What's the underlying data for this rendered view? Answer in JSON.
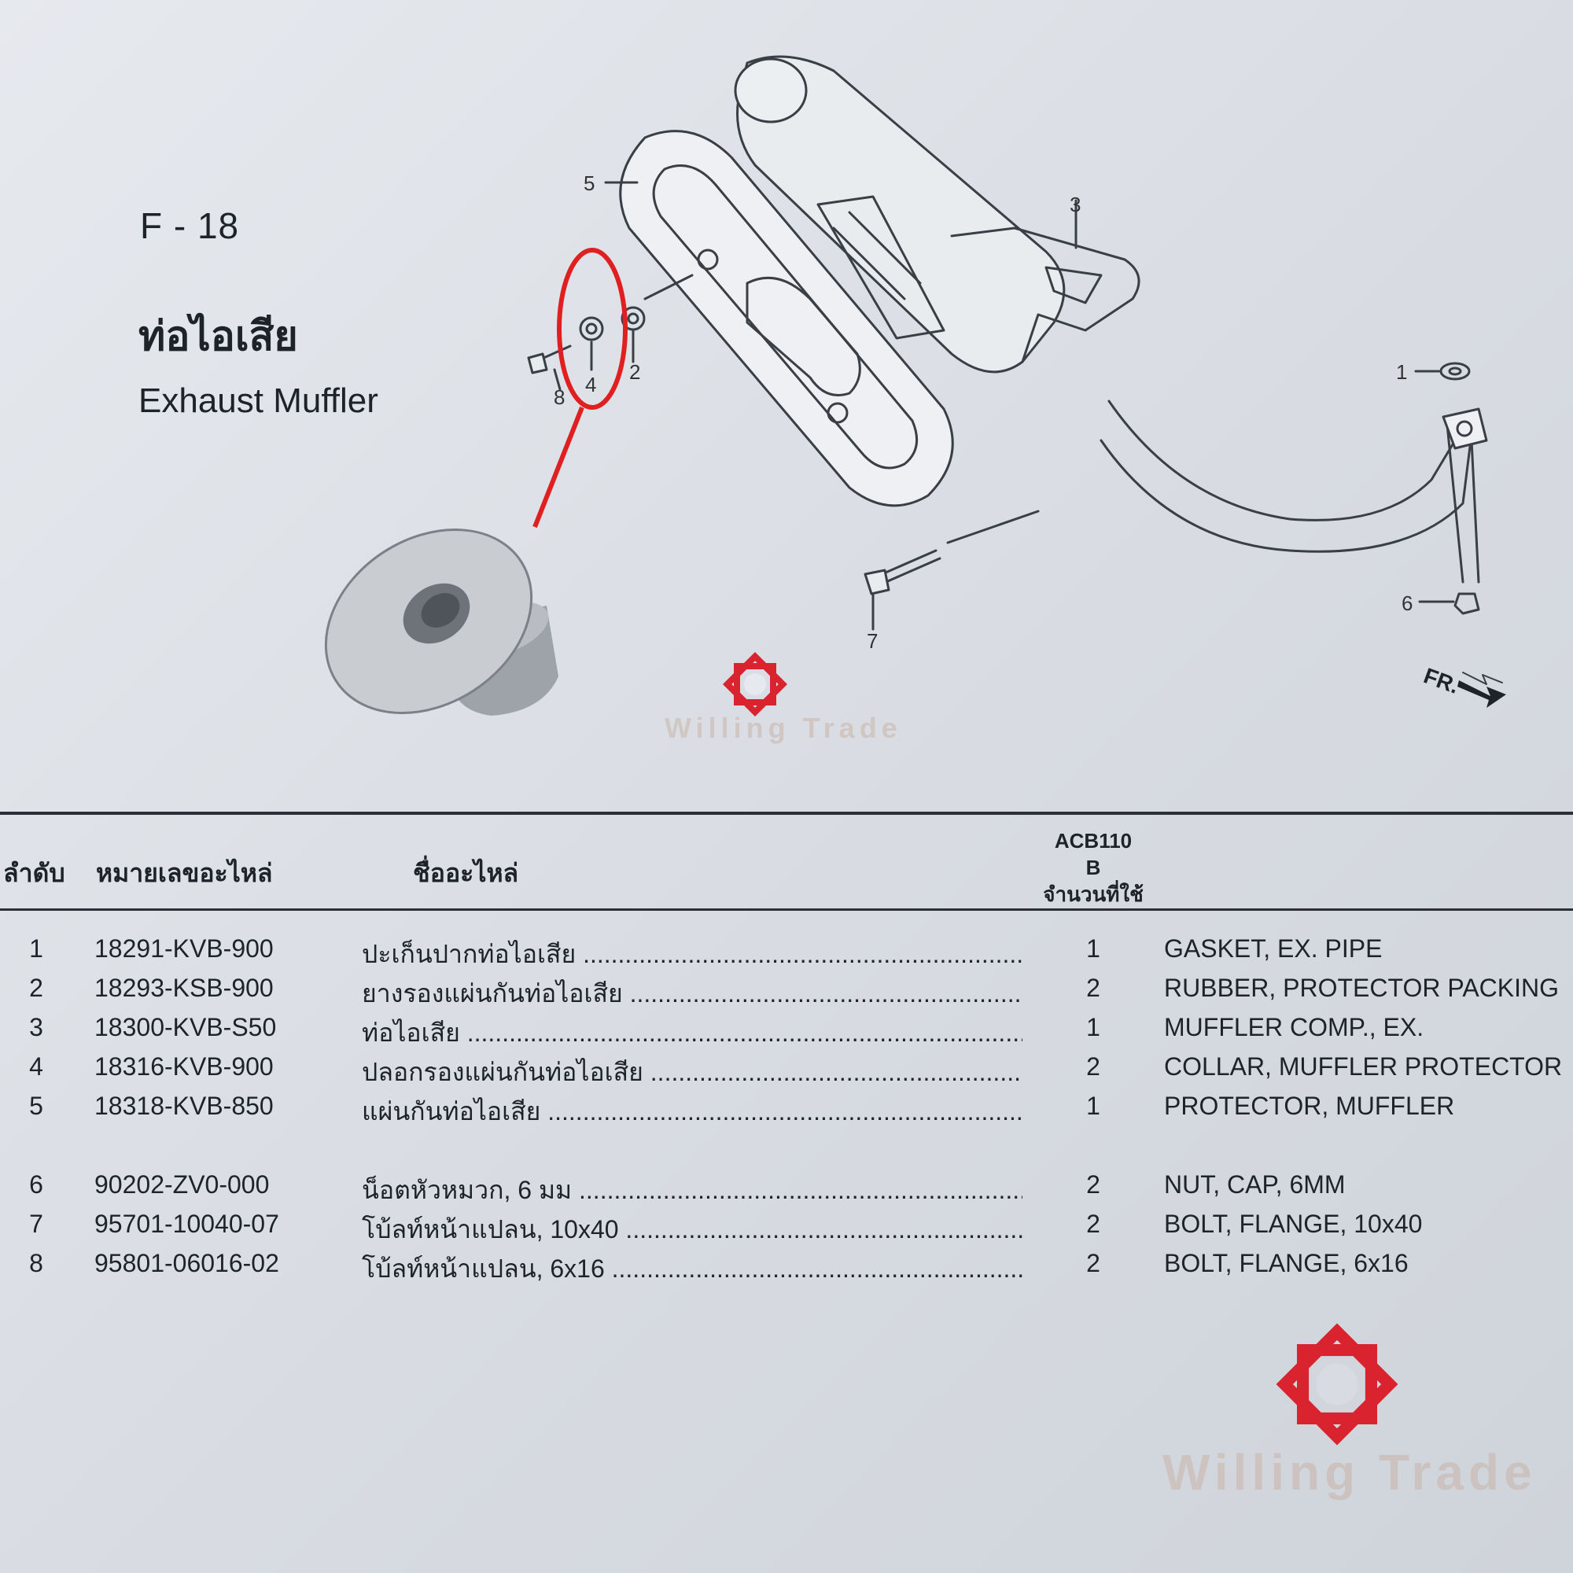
{
  "header": {
    "code": "F - 18",
    "title_th": "ท่อไอเสีย",
    "title_en": "Exhaust Muffler"
  },
  "diagram": {
    "callouts": [
      "1",
      "2",
      "3",
      "4",
      "5",
      "6",
      "7",
      "8"
    ],
    "direction_label": "FR."
  },
  "table": {
    "headers": {
      "no": "ลำดับ",
      "part_no": "หมายเลขอะไหล่",
      "name": "ชื่ออะไหล่",
      "model": "ACB110",
      "type": "B",
      "qty": "จำนวนที่ใช้"
    },
    "rows": [
      {
        "no": "1",
        "part": "18291-KVB-900",
        "th": "ปะเก็นปากท่อไอเสีย",
        "qty": "1",
        "en": "GASKET, EX. PIPE"
      },
      {
        "no": "2",
        "part": "18293-KSB-900",
        "th": "ยางรองแผ่นกันท่อไอเสีย",
        "qty": "2",
        "en": "RUBBER, PROTECTOR PACKING"
      },
      {
        "no": "3",
        "part": "18300-KVB-S50",
        "th": "ท่อไอเสีย",
        "qty": "1",
        "en": "MUFFLER COMP., EX."
      },
      {
        "no": "4",
        "part": "18316-KVB-900",
        "th": "ปลอกรองแผ่นกันท่อไอเสีย",
        "qty": "2",
        "en": "COLLAR, MUFFLER PROTECTOR"
      },
      {
        "no": "5",
        "part": "18318-KVB-850",
        "th": "แผ่นกันท่อไอเสีย",
        "qty": "1",
        "en": "PROTECTOR, MUFFLER"
      },
      {
        "no": "6",
        "part": "90202-ZV0-000",
        "th": "น็อตหัวหมวก, 6 มม",
        "qty": "2",
        "en": "NUT, CAP, 6MM"
      },
      {
        "no": "7",
        "part": "95701-10040-07",
        "th": "โบ้ลท์หน้าแปลน, 10x40",
        "qty": "2",
        "en": "BOLT, FLANGE, 10x40"
      },
      {
        "no": "8",
        "part": "95801-06016-02",
        "th": "โบ้ลท์หน้าแปลน, 6x16",
        "qty": "2",
        "en": "BOLT, FLANGE, 6x16"
      }
    ]
  },
  "watermark": {
    "text": "Willing Trade",
    "color": "#d9232e"
  }
}
